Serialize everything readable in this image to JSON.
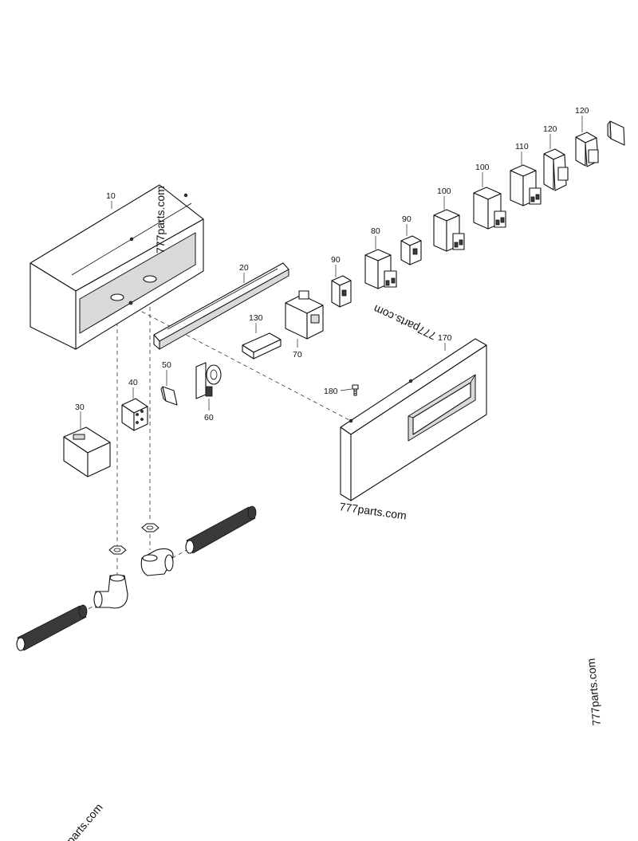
{
  "callouts": [
    {
      "id": "10",
      "label": "10"
    },
    {
      "id": "20",
      "label": "20"
    },
    {
      "id": "30",
      "label": "30"
    },
    {
      "id": "40",
      "label": "40"
    },
    {
      "id": "50",
      "label": "50"
    },
    {
      "id": "60",
      "label": "60"
    },
    {
      "id": "70",
      "label": "70"
    },
    {
      "id": "80",
      "label": "80"
    },
    {
      "id": "90a",
      "label": "90"
    },
    {
      "id": "90b",
      "label": "90"
    },
    {
      "id": "100a",
      "label": "100"
    },
    {
      "id": "100b",
      "label": "100"
    },
    {
      "id": "110",
      "label": "110"
    },
    {
      "id": "120a",
      "label": "120"
    },
    {
      "id": "120b",
      "label": "120"
    },
    {
      "id": "130",
      "label": "130"
    },
    {
      "id": "170",
      "label": "170"
    },
    {
      "id": "180",
      "label": "180"
    }
  ],
  "watermark": "777parts.com",
  "watermark_partial": "parts.com"
}
